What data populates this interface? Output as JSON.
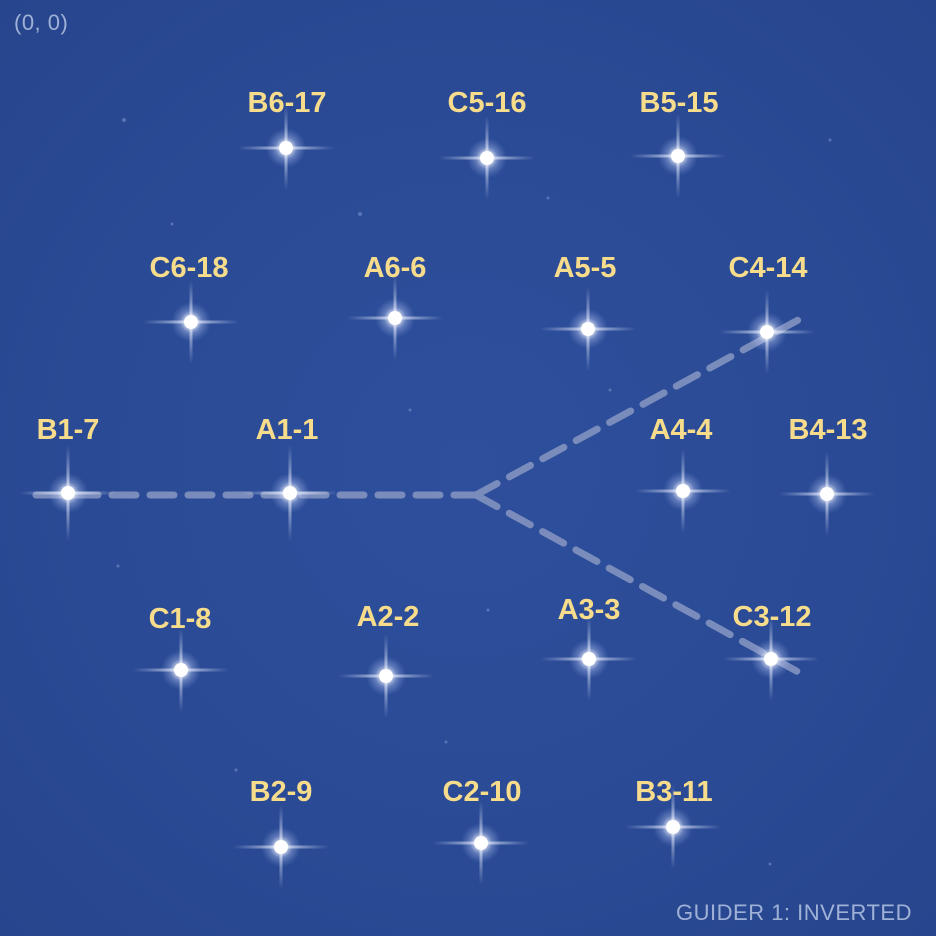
{
  "corner_label": "(0, 0)",
  "guider_label": "GUIDER 1: INVERTED",
  "colors": {
    "background": "#2a4a95",
    "label": "#f7dc8c",
    "overlay_text": "#9fb1d6",
    "dashed_line": "#8e9cc4",
    "star_core": "#ffffff"
  },
  "segments": [
    {
      "id": "B6-17"
    },
    {
      "id": "C5-16"
    },
    {
      "id": "B5-15"
    },
    {
      "id": "C6-18"
    },
    {
      "id": "A6-6"
    },
    {
      "id": "A5-5"
    },
    {
      "id": "C4-14"
    },
    {
      "id": "B1-7"
    },
    {
      "id": "A1-1"
    },
    {
      "id": "A4-4"
    },
    {
      "id": "B4-13"
    },
    {
      "id": "C1-8"
    },
    {
      "id": "A2-2"
    },
    {
      "id": "A3-3"
    },
    {
      "id": "C3-12"
    },
    {
      "id": "B2-9"
    },
    {
      "id": "C2-10"
    },
    {
      "id": "B3-11"
    }
  ]
}
